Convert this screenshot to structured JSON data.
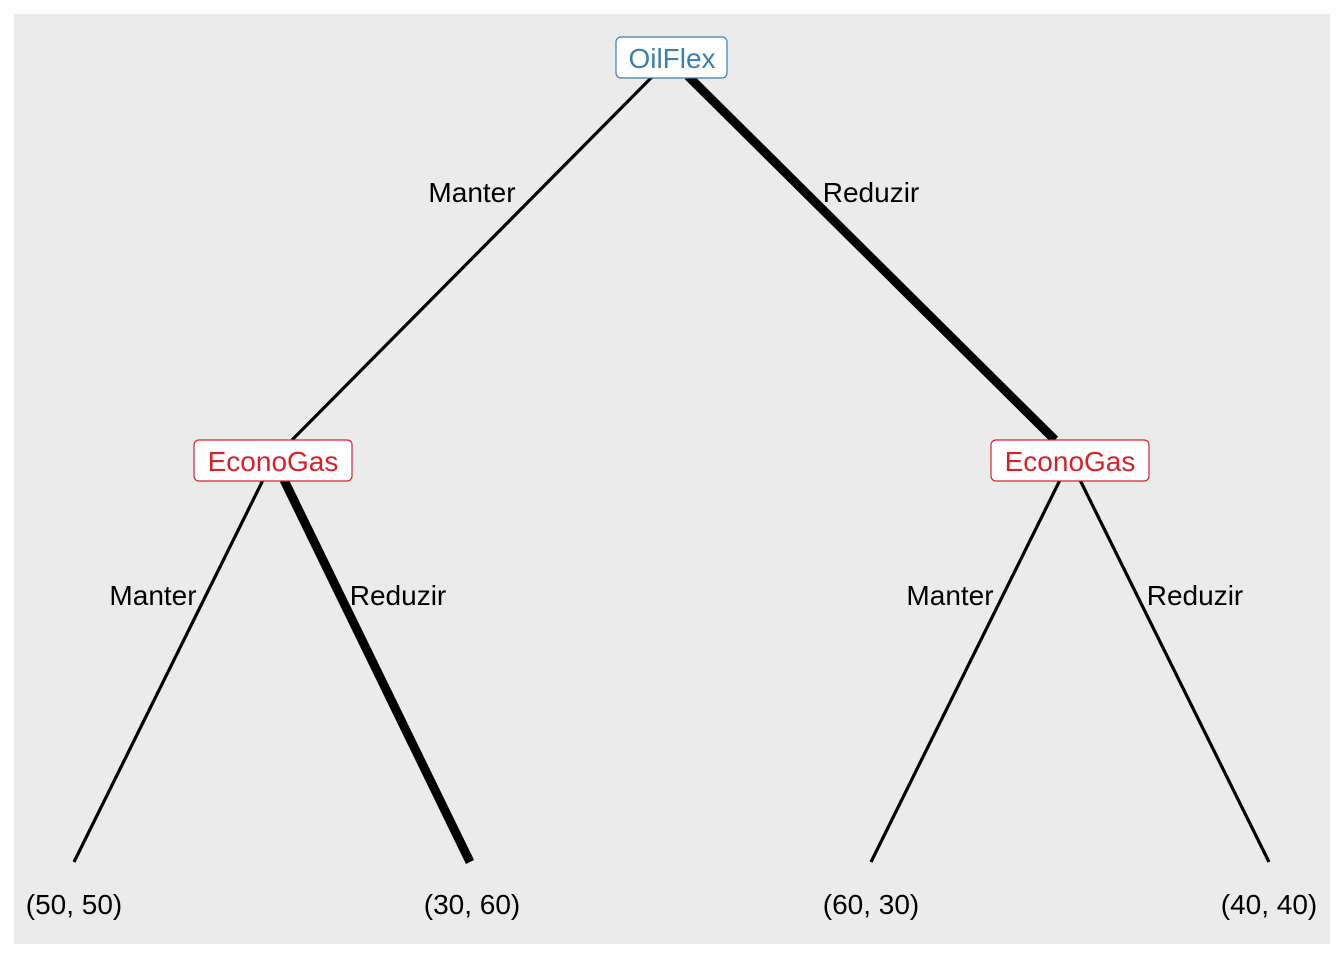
{
  "colors": {
    "background": "#ebebeb",
    "player1": "#3a7fb4",
    "player2": "#d8222a",
    "edge": "#000000",
    "node_fill": "#ffffff"
  },
  "root": {
    "player": "OilFlex",
    "color": "#3a7fb4"
  },
  "level1": [
    {
      "action": "Manter",
      "player": "EconoGas",
      "color": "#d8222a",
      "equilibrium": false
    },
    {
      "action": "Reduzir",
      "player": "EconoGas",
      "color": "#d8222a",
      "equilibrium": true
    }
  ],
  "level2": [
    {
      "action": "Manter",
      "payoff": "(50, 50)",
      "equilibrium": false
    },
    {
      "action": "Reduzir",
      "payoff": "(30, 60)",
      "equilibrium": true
    },
    {
      "action": "Manter",
      "payoff": "(60, 30)",
      "equilibrium": false
    },
    {
      "action": "Reduzir",
      "payoff": "(40, 40)",
      "equilibrium": false
    }
  ]
}
